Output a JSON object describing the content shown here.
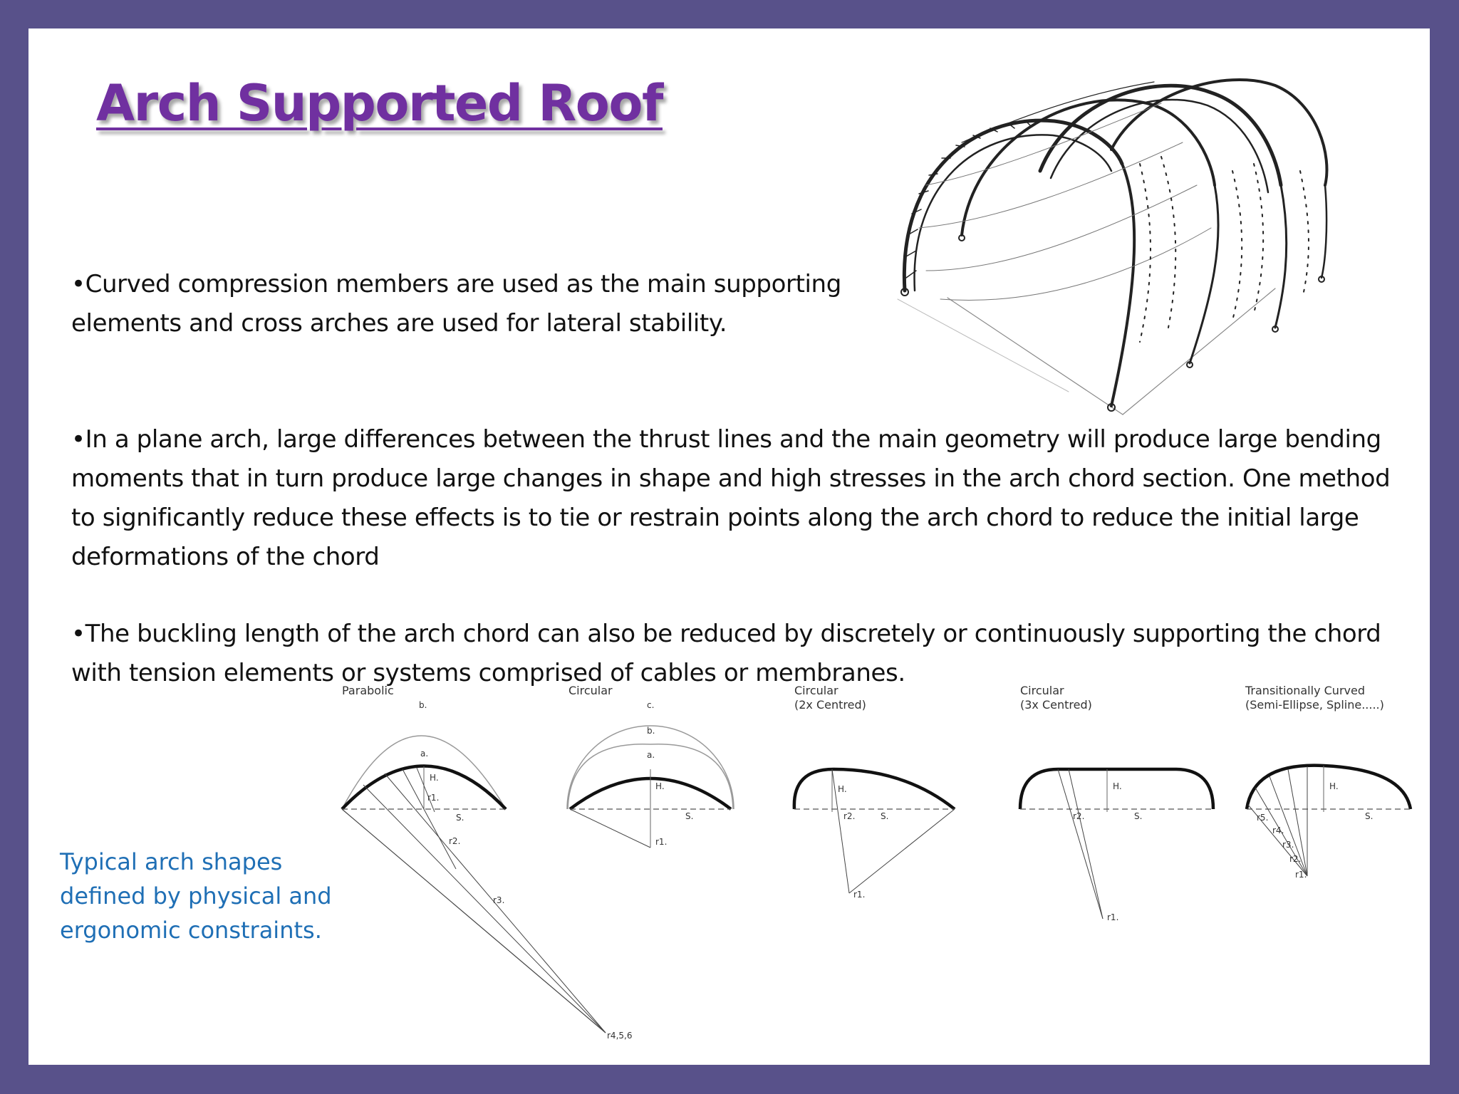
{
  "title": "Arch Supported Roof",
  "bullets": [
    "•Curved compression members are used as the main supporting elements and cross arches are used for lateral stability.",
    "•In a plane arch, large differences between the thrust lines and the main geometry will produce large bending moments that in turn produce large changes in shape and high stresses in the arch chord section. One method to significantly reduce these effects is to tie or restrain points along the arch chord to reduce the initial large deformations of the chord",
    "•The buckling length of the arch chord can also be reduced by discretely or continuously supporting the chord with tension elements or systems comprised of cables or membranes."
  ],
  "caption": "Typical arch shapes defined by physical and ergonomic constraints.",
  "diagram": {
    "shapes": [
      {
        "title": "Parabolic",
        "subtitle": "",
        "labels": {
          "b": "b.",
          "a": "a.",
          "H": "H.",
          "r1": "r1.",
          "S": "S.",
          "r2": "r2.",
          "r3": "r3.",
          "r456": "r4,5,6"
        }
      },
      {
        "title": "Circular",
        "subtitle": "",
        "labels": {
          "c": "c.",
          "b": "b.",
          "a": "a.",
          "H": "H.",
          "S": "S.",
          "r1": "r1."
        }
      },
      {
        "title": "Circular",
        "subtitle": "(2x Centred)",
        "labels": {
          "H": "H.",
          "r2": "r2.",
          "S": "S.",
          "r1": "r1."
        }
      },
      {
        "title": "Circular",
        "subtitle": "(3x Centred)",
        "labels": {
          "H": "H.",
          "r2": "r2.",
          "S": "S.",
          "r1": "r1."
        }
      },
      {
        "title": "Transitionally Curved",
        "subtitle": "(Semi-Ellipse, Spline.....)",
        "labels": {
          "H": "H.",
          "r5": "r5.",
          "r4": "r4.",
          "r3": "r3.",
          "r2": "r2.",
          "r1": "r1.",
          "S": "S."
        }
      }
    ]
  },
  "colors": {
    "border": "#58518a",
    "title": "#7030a0",
    "caption": "#1f6fb5",
    "body_text": "#111111"
  }
}
